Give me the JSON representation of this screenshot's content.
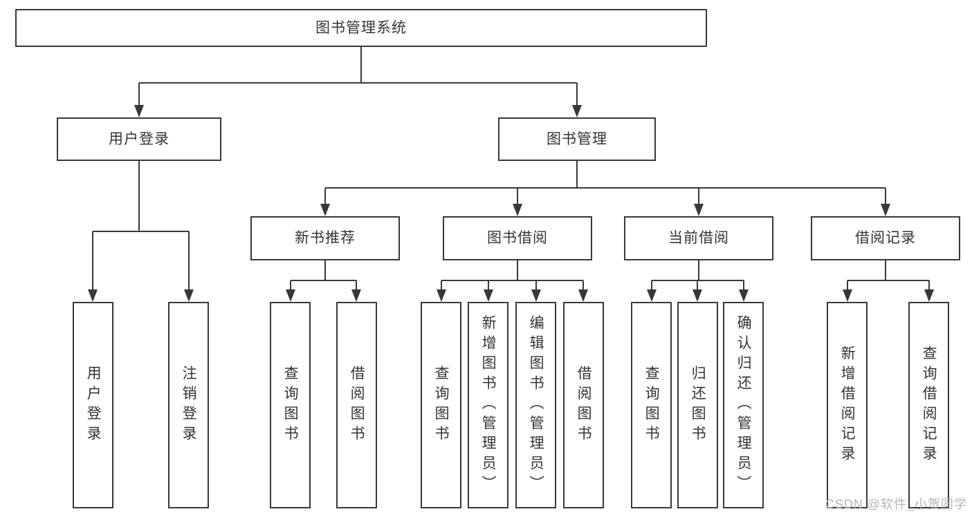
{
  "diagram": {
    "root": {
      "label": "图书管理系统",
      "children": [
        {
          "label": "用户登录",
          "children": [
            {
              "label": "用户登录"
            },
            {
              "label": "注销登录"
            }
          ]
        },
        {
          "label": "图书管理",
          "children": [
            {
              "label": "新书推荐",
              "children": [
                {
                  "label": "查询图书"
                },
                {
                  "label": "借阅图书"
                }
              ]
            },
            {
              "label": "图书借阅",
              "children": [
                {
                  "label": "查询图书"
                },
                {
                  "label": "新增图书（管理员）"
                },
                {
                  "label": "编辑图书（管理员）"
                },
                {
                  "label": "借阅图书"
                }
              ]
            },
            {
              "label": "当前借阅",
              "children": [
                {
                  "label": "查询图书"
                },
                {
                  "label": "归还图书"
                },
                {
                  "label": "确认归还（管理员）"
                }
              ]
            },
            {
              "label": "借阅记录",
              "children": [
                {
                  "label": "新增借阅记录"
                },
                {
                  "label": "查询借阅记录"
                }
              ]
            }
          ]
        }
      ]
    }
  },
  "watermark": {
    "text": "CSDN @软件_小贺同学"
  },
  "colors": {
    "line": "#383838",
    "text": "#333333",
    "background": "#ffffff",
    "watermark": "#b5b5b5"
  }
}
